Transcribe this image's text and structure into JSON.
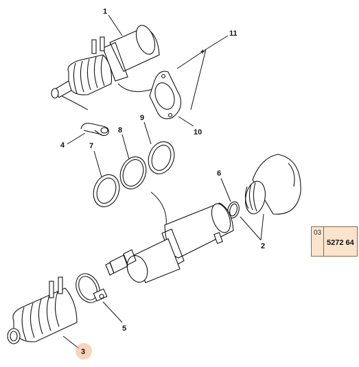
{
  "callouts": {
    "c1": "1",
    "c2": "2",
    "c3": "3",
    "c4": "4",
    "c5": "5",
    "c6": "6",
    "c7": "7",
    "c8": "8",
    "c9": "9",
    "c10": "10",
    "c11": "11"
  },
  "plus_sign": "+",
  "reference": {
    "code": "03",
    "number": "5272 64"
  },
  "colors": {
    "highlight": "#f4b183",
    "reference_bg": "#fbe3cc"
  }
}
